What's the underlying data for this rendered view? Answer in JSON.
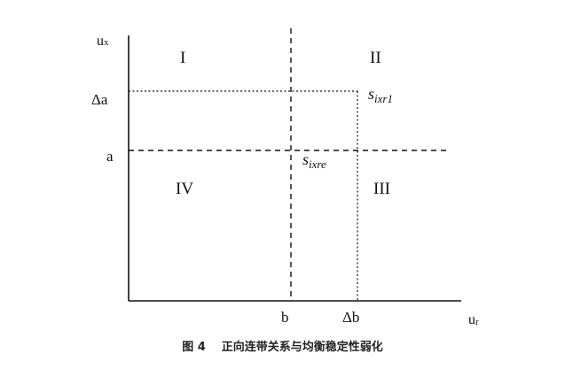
{
  "axes": {
    "y_label": "u",
    "y_label_sub": "x",
    "x_label": "u",
    "x_label_sub": "r"
  },
  "ticks": {
    "y_delta_a": "Δa",
    "y_a": "a",
    "x_b": "b",
    "x_delta_b": "Δb"
  },
  "regions": {
    "q1": "I",
    "q2": "II",
    "q3": "III",
    "q4": "IV"
  },
  "points": {
    "s_ixr1": {
      "base": "s",
      "sub": "ixr1"
    },
    "s_ixre": {
      "base": "s",
      "sub": "ixre"
    }
  },
  "caption": {
    "figure_number": "图 4",
    "title": "正向连带关系与均衡稳定性弱化"
  }
}
